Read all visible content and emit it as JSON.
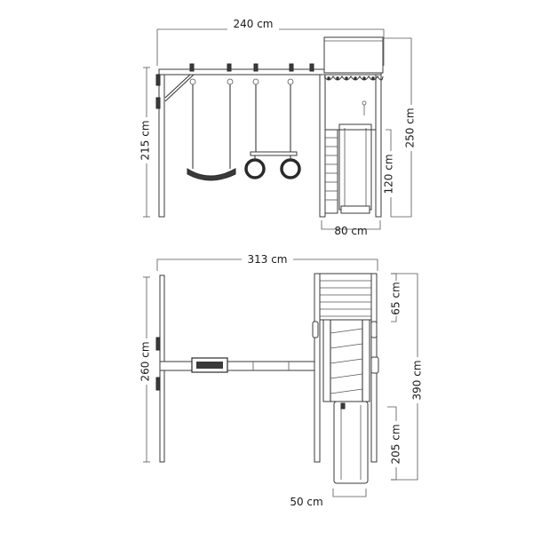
{
  "dimensions": {
    "front_width": "240 cm",
    "front_height": "215 cm",
    "front_total_height": "250 cm",
    "deck_height": "120 cm",
    "tower_width": "80 cm",
    "top_total_width": "313 cm",
    "swing_beam_length": "260 cm",
    "tower_depth": "65 cm",
    "total_depth": "390 cm",
    "slide_length": "205 cm",
    "slide_width": "50 cm"
  }
}
